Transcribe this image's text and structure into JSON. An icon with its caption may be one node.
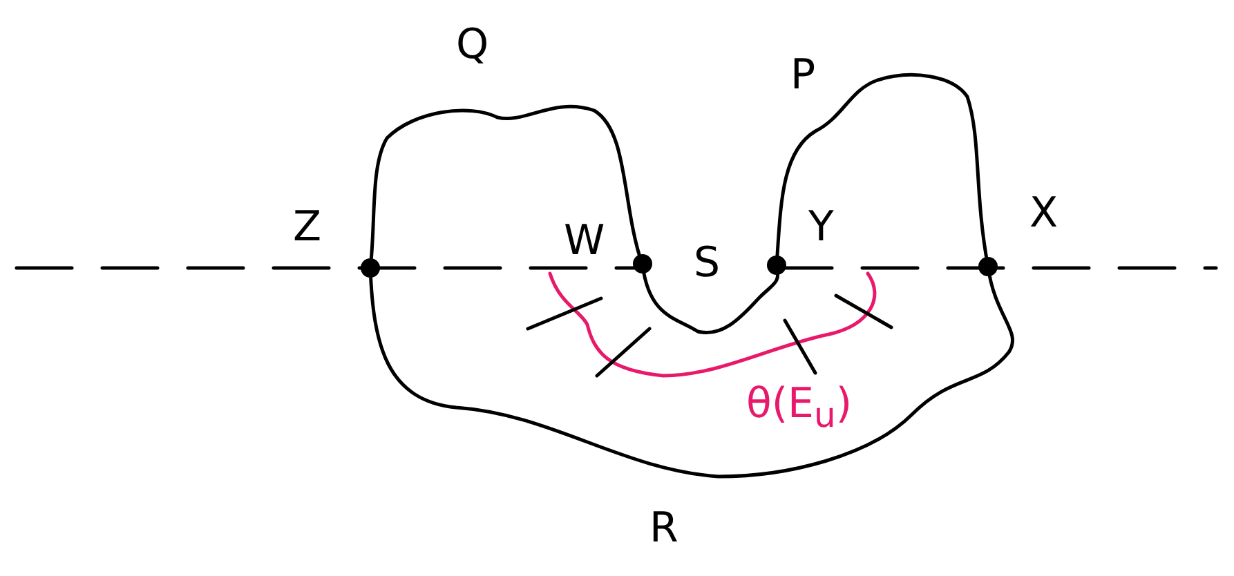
{
  "diagram": {
    "labels": [
      "Q",
      "P",
      "Z",
      "W",
      "S",
      "Y",
      "X",
      "θ(E$_{u}$)",
      "R"
    ]
  }
}
